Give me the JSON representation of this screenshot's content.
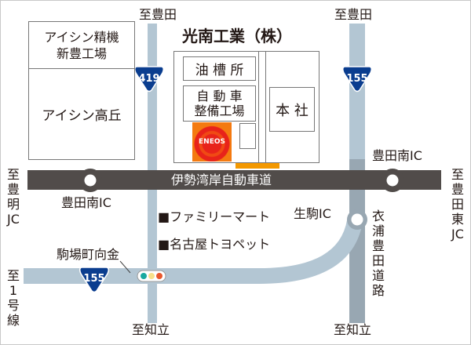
{
  "title": "光南工業（株）",
  "facilities": {
    "oil_depot": "油 槽 所",
    "service_shop": "自 動 車\n整備工場",
    "head_office": "本 社",
    "eneos": "ENEOS"
  },
  "neighbors": {
    "aisin_shintoyo": "アイシン精機\n新豊工場",
    "aisin_takaoka": "アイシン高丘"
  },
  "roads": {
    "expressway": "伊勢湾岸自動車道",
    "route419": "419",
    "route155_top": "155",
    "route155_bottom": "155",
    "kinuura": "衣浦豊田道路"
  },
  "directions": {
    "to_toyota_left": "至豊田",
    "to_toyota_right": "至豊田",
    "to_chiryu_left": "至知立",
    "to_chiryu_right": "至知立",
    "to_toyoake_jc": "至豊明JC",
    "to_toyota_higashi_jc": "至豊田東JC",
    "to_route1": "至1号線"
  },
  "interchanges": {
    "toyota_minami_left": "豊田南IC",
    "toyota_minami_right": "豊田南IC",
    "ikoma": "生駒IC"
  },
  "landmarks": {
    "familymart": "■ファミリーマート",
    "nagoya_toyopet": "■名古屋トヨペット",
    "intersection": "駒場町向金"
  },
  "colors": {
    "road": "#b3c6d3",
    "road_dark": "#98a7b2",
    "expressway": "#514c4a",
    "shield": "#0a3d8f",
    "accent": "#f39800"
  }
}
